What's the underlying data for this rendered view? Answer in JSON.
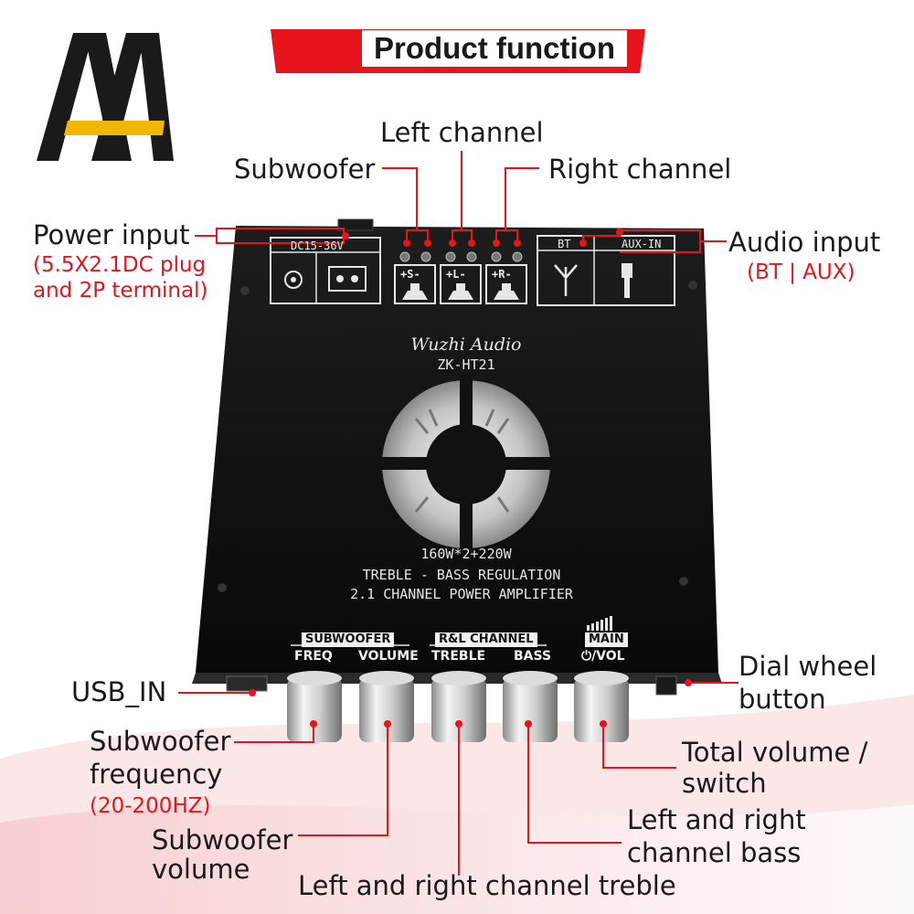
{
  "banner": {
    "title": "Product function"
  },
  "logo": {
    "letters": "AA"
  },
  "board": {
    "brand": "Wuzhi Audio",
    "model": "ZK-HT21",
    "spec_line1": "160W*2+220W",
    "spec_line2": "TREBLE - BASS REGULATION",
    "spec_line3": "2.1 CHANNEL POWER AMPLIFIER",
    "power_label": "DC15-36V",
    "speaker_terms": [
      "+S-",
      "+L-",
      "+R-"
    ],
    "input_labels": [
      "BT",
      "AUX-IN"
    ],
    "group_subwoofer": "SUBWOOFER",
    "group_rl": "R&L CHANNEL",
    "group_main": "MAIN",
    "knob_labels": [
      "FREQ",
      "VOLUME",
      "TREBLE",
      "BASS",
      "⏻/VOL"
    ]
  },
  "callouts": {
    "power_input": "Power input",
    "power_input_note_1": "(5.5X2.1DC plug",
    "power_input_note_2": "and 2P terminal)",
    "subwoofer": "Subwoofer",
    "left_channel": "Left channel",
    "right_channel": "Right channel",
    "audio_input": "Audio input",
    "audio_input_note": "(BT | AUX)",
    "usb_in": "USB_IN",
    "dial_wheel_1": "Dial wheel",
    "dial_wheel_2": "button",
    "sub_freq_1": "Subwoofer",
    "sub_freq_2": "frequency",
    "sub_freq_note": "(20-200HZ)",
    "sub_vol_1": "Subwoofer",
    "sub_vol_2": "volume",
    "total_vol_1": "Total volume /",
    "total_vol_2": "switch",
    "lr_bass_1": "Left and right",
    "lr_bass_2": "channel bass",
    "lr_treble": "Left and right channel treble"
  },
  "colors": {
    "accent": "#e8141b",
    "board": "#0f0f0f",
    "logo_gold": "#f2b800"
  }
}
